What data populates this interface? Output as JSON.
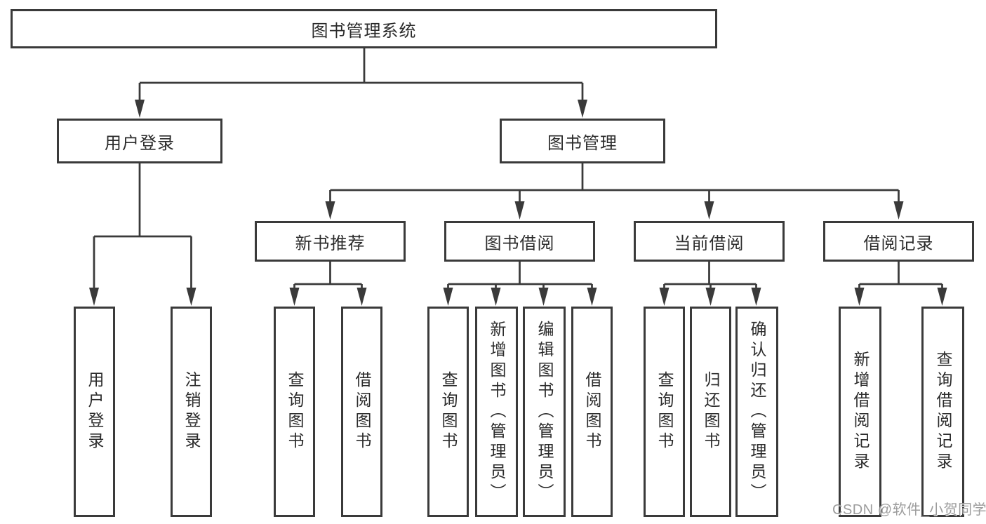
{
  "diagram": {
    "type": "tree",
    "nodes": {
      "root": "图书管理系统",
      "user_login": "用户登录",
      "book_mgmt": "图书管理",
      "new_book_rec": "新书推荐",
      "book_borrow": "图书借阅",
      "current_borrow": "当前借阅",
      "borrow_record": "借阅记录",
      "ul_login": "用户登录",
      "ul_logout": "注销登录",
      "nr_query": "查询图书",
      "nr_borrow": "借阅图书",
      "bb_query": "查询图书",
      "bb_add": "新增图书（管理员）",
      "bb_edit": "编辑图书（管理员）",
      "bb_borrow": "借阅图书",
      "cb_query": "查询图书",
      "cb_return": "归还图书",
      "cb_confirm": "确认归还（管理员）",
      "br_add": "新增借阅记录",
      "br_query": "查询借阅记录"
    },
    "edges": [
      [
        "root",
        "user_login"
      ],
      [
        "root",
        "book_mgmt"
      ],
      [
        "user_login",
        "ul_login"
      ],
      [
        "user_login",
        "ul_logout"
      ],
      [
        "book_mgmt",
        "new_book_rec"
      ],
      [
        "book_mgmt",
        "book_borrow"
      ],
      [
        "book_mgmt",
        "current_borrow"
      ],
      [
        "book_mgmt",
        "borrow_record"
      ],
      [
        "new_book_rec",
        "nr_query"
      ],
      [
        "new_book_rec",
        "nr_borrow"
      ],
      [
        "book_borrow",
        "bb_query"
      ],
      [
        "book_borrow",
        "bb_add"
      ],
      [
        "book_borrow",
        "bb_edit"
      ],
      [
        "book_borrow",
        "bb_borrow"
      ],
      [
        "current_borrow",
        "cb_query"
      ],
      [
        "current_borrow",
        "cb_return"
      ],
      [
        "current_borrow",
        "cb_confirm"
      ],
      [
        "borrow_record",
        "br_add"
      ],
      [
        "borrow_record",
        "br_query"
      ]
    ],
    "line_color": "#3a3a3a",
    "box_background": "#ffffff",
    "text_color": "#2b2b2b"
  },
  "watermark": {
    "text": "CSDN @软件_小贺同学"
  }
}
